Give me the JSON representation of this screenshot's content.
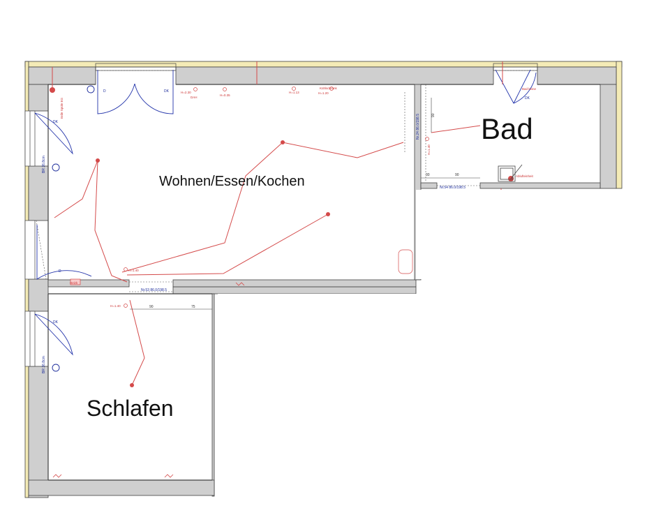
{
  "rooms": {
    "living": "Wohnen/Essen/Kochen",
    "bath": "Bad",
    "bedroom": "Schlafen"
  },
  "door_marks": {
    "d": "D",
    "dk": "DK"
  },
  "dimensions": {
    "bath_height": "90",
    "bath_w1": "30",
    "bath_w2": "90",
    "bed_w1": "90",
    "bed_w2": "75",
    "window_left_1": "BR 26.8cm",
    "window_left_2": "BR 26.8cm"
  },
  "annotations": {
    "utility_entry": "Erde Spüle EG",
    "socket_h230": "H=2.30",
    "socket_dah": "DAH",
    "socket_h035": "H=0.35",
    "socket_h113": "H=1.13",
    "fridge": "Kühlschrank",
    "fridge_h": "H=1.20",
    "bath_switch": "H=1.40",
    "bath_fan": "Ablufteinheit",
    "bath_grab": "Bad keine",
    "living_switch_h": "H=1.40",
    "bedroom_switch_h": "H=1.40",
    "heater": "Heizk",
    "lintel_bath": "Nr.24 86.0/198.5",
    "lintel_bath_b": "Nr.24 86.0/198.5",
    "lintel_bath2": "Nr.54 86.0/198.5",
    "lintel_bed": "Nr.53 86.0/198.5"
  },
  "colors": {
    "wall": "#cfcfcf",
    "outer_insulation": "#f4ebb6",
    "wall_line": "#404040",
    "wiring": "#d44a4a",
    "doors": "#2233aa"
  }
}
